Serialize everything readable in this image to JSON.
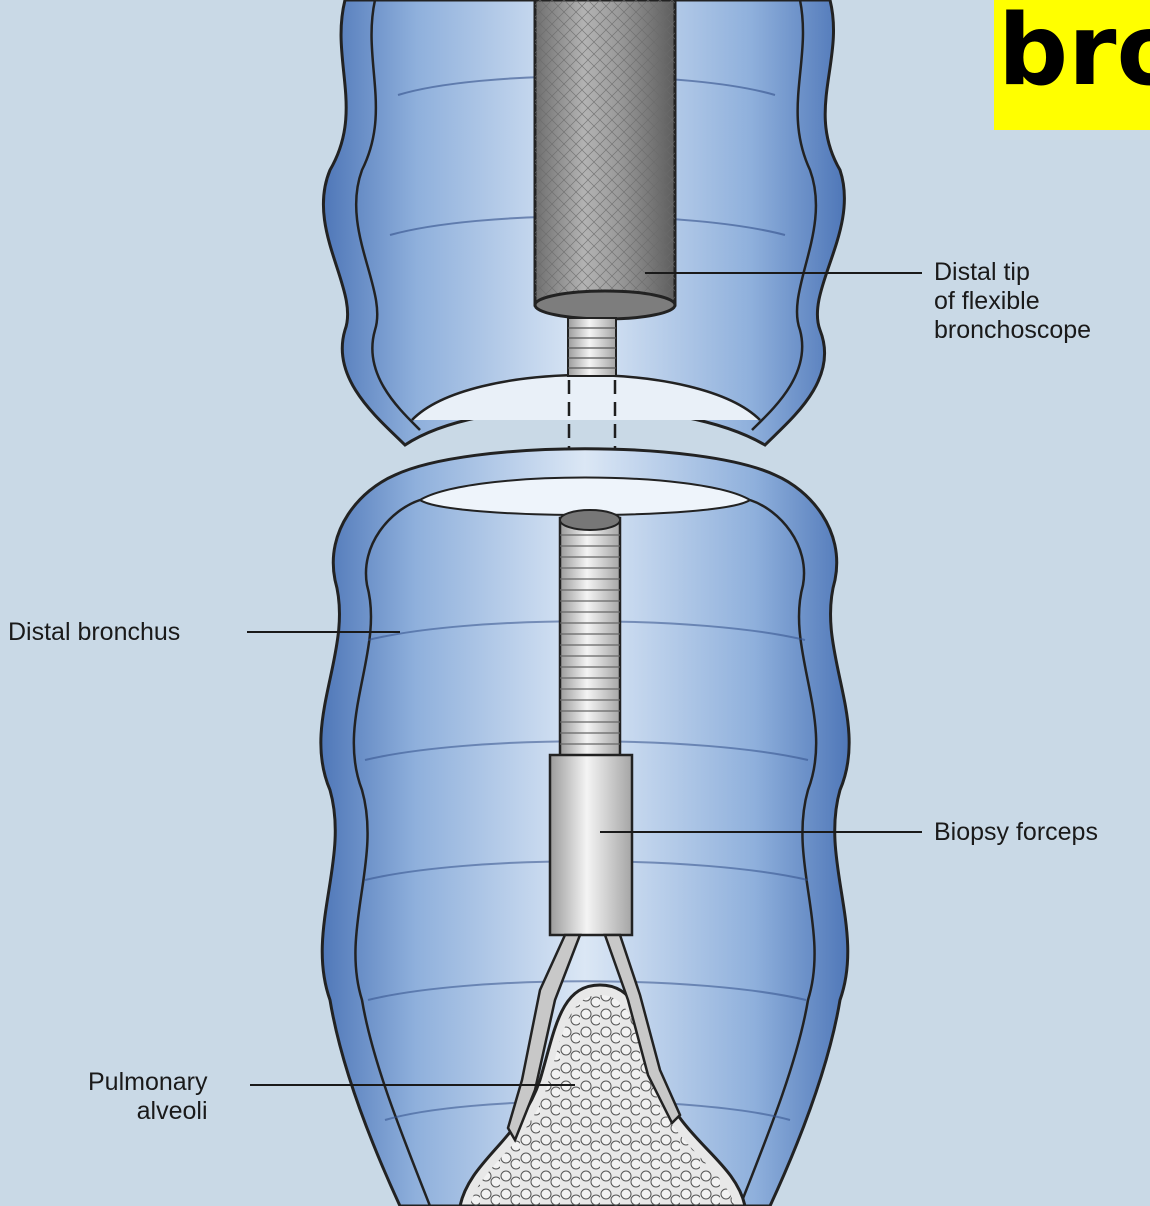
{
  "banner": {
    "text": "bro",
    "background": "#ffff00"
  },
  "labels": {
    "distal_tip": [
      "Distal tip",
      "of flexible",
      "bronchoscope"
    ],
    "distal_bronchus": "Distal bronchus",
    "biopsy_forceps": "Biopsy forceps",
    "pulmonary_alveoli": [
      "Pulmonary",
      "alveoli"
    ]
  },
  "colors": {
    "page": "#c9d9e6",
    "airway_dark": "#4f77b8",
    "airway_mid": "#8fb0dc",
    "airway_light": "#dbe7f5",
    "scope_gray": "#8c8c8c",
    "instrument_light": "#e6e6e6"
  }
}
